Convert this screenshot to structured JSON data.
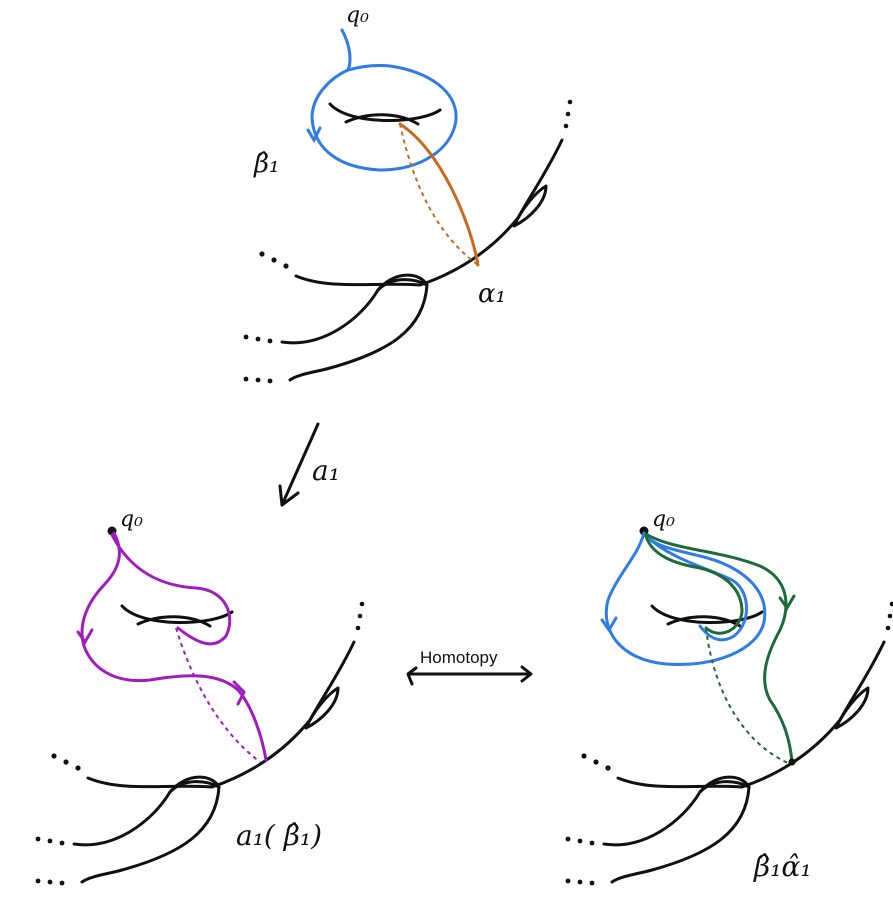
{
  "colors": {
    "ink": "#111111",
    "beta": "#2f7be8",
    "alpha": "#c86a1e",
    "twist": "#a01cbf",
    "product": "#1d6b3a"
  },
  "top_panel": {
    "basepoint": "q₀",
    "beta_label": "β̂₁",
    "alpha_label": "α₁"
  },
  "arrow": {
    "label": "a₁"
  },
  "bottom_left": {
    "basepoint": "q₀",
    "label": "a₁( β̂₁)"
  },
  "bottom_right": {
    "basepoint": "q₀",
    "label": "β̂₁α̂₁"
  },
  "homotopy": {
    "label": "Homotopy"
  }
}
